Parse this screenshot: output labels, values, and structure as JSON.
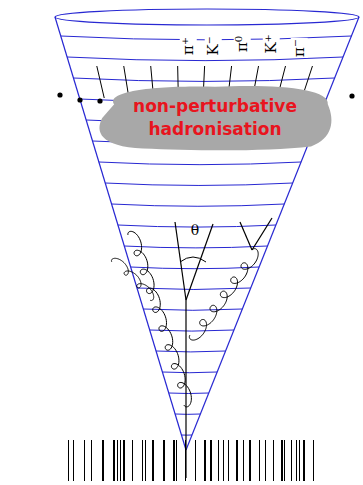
{
  "diagram": {
    "nodes": [
      {
        "text": [
          "non-perturbative hadronisation"
        ]
      }
    ],
    "labels": [
      "π⁺",
      "K⁻",
      "π⁰",
      "K⁺",
      "π⁻",
      "θ"
    ]
  }
}
